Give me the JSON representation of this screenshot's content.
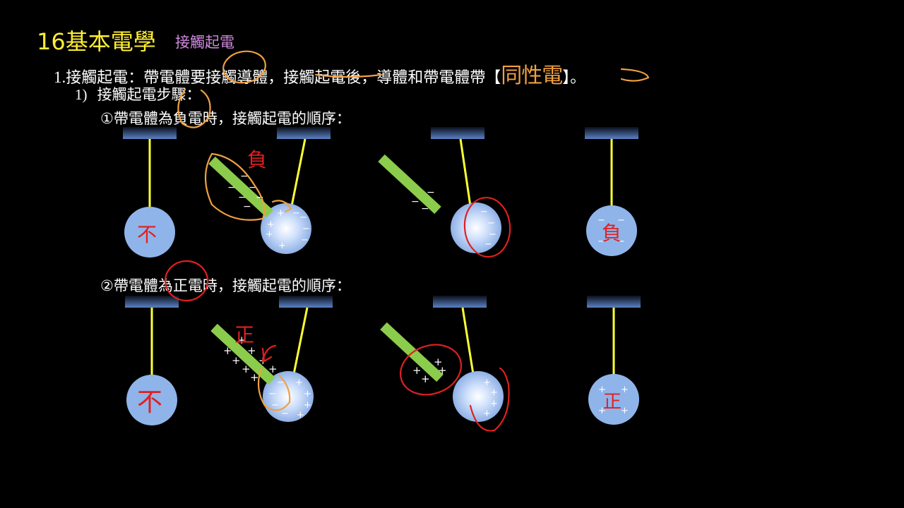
{
  "header": {
    "course_title": "16基本電學",
    "section_title": "接觸起電"
  },
  "statement": {
    "number": "1.",
    "text_before": "接觸起電：帶電體要接觸導體，接觸起電後，導體和帶電體帶【",
    "answer": "同性電",
    "text_after": "】。"
  },
  "steps": {
    "number": "1)",
    "heading": "接觸起電步驟："
  },
  "case_negative": {
    "label": "①帶電體為負電時，接觸起電的順序：",
    "stage1_note": "不",
    "stage2_note": "負",
    "stage4_note": "負"
  },
  "case_positive": {
    "label": "②帶電體為正電時，接觸起電的順序：",
    "stage1_note": "不",
    "stage2_note": "正",
    "stage4_note": "正"
  },
  "symbols": {
    "minus": "−",
    "plus": "+"
  },
  "colors": {
    "background": "#000000",
    "title": "#ffee33",
    "section": "#d08adf",
    "string": "#ffff33",
    "rod": "#8ccc4c",
    "sphere": "#8fb4ea",
    "annotation_red": "#e02020",
    "annotation_orange": "#f0a040"
  }
}
